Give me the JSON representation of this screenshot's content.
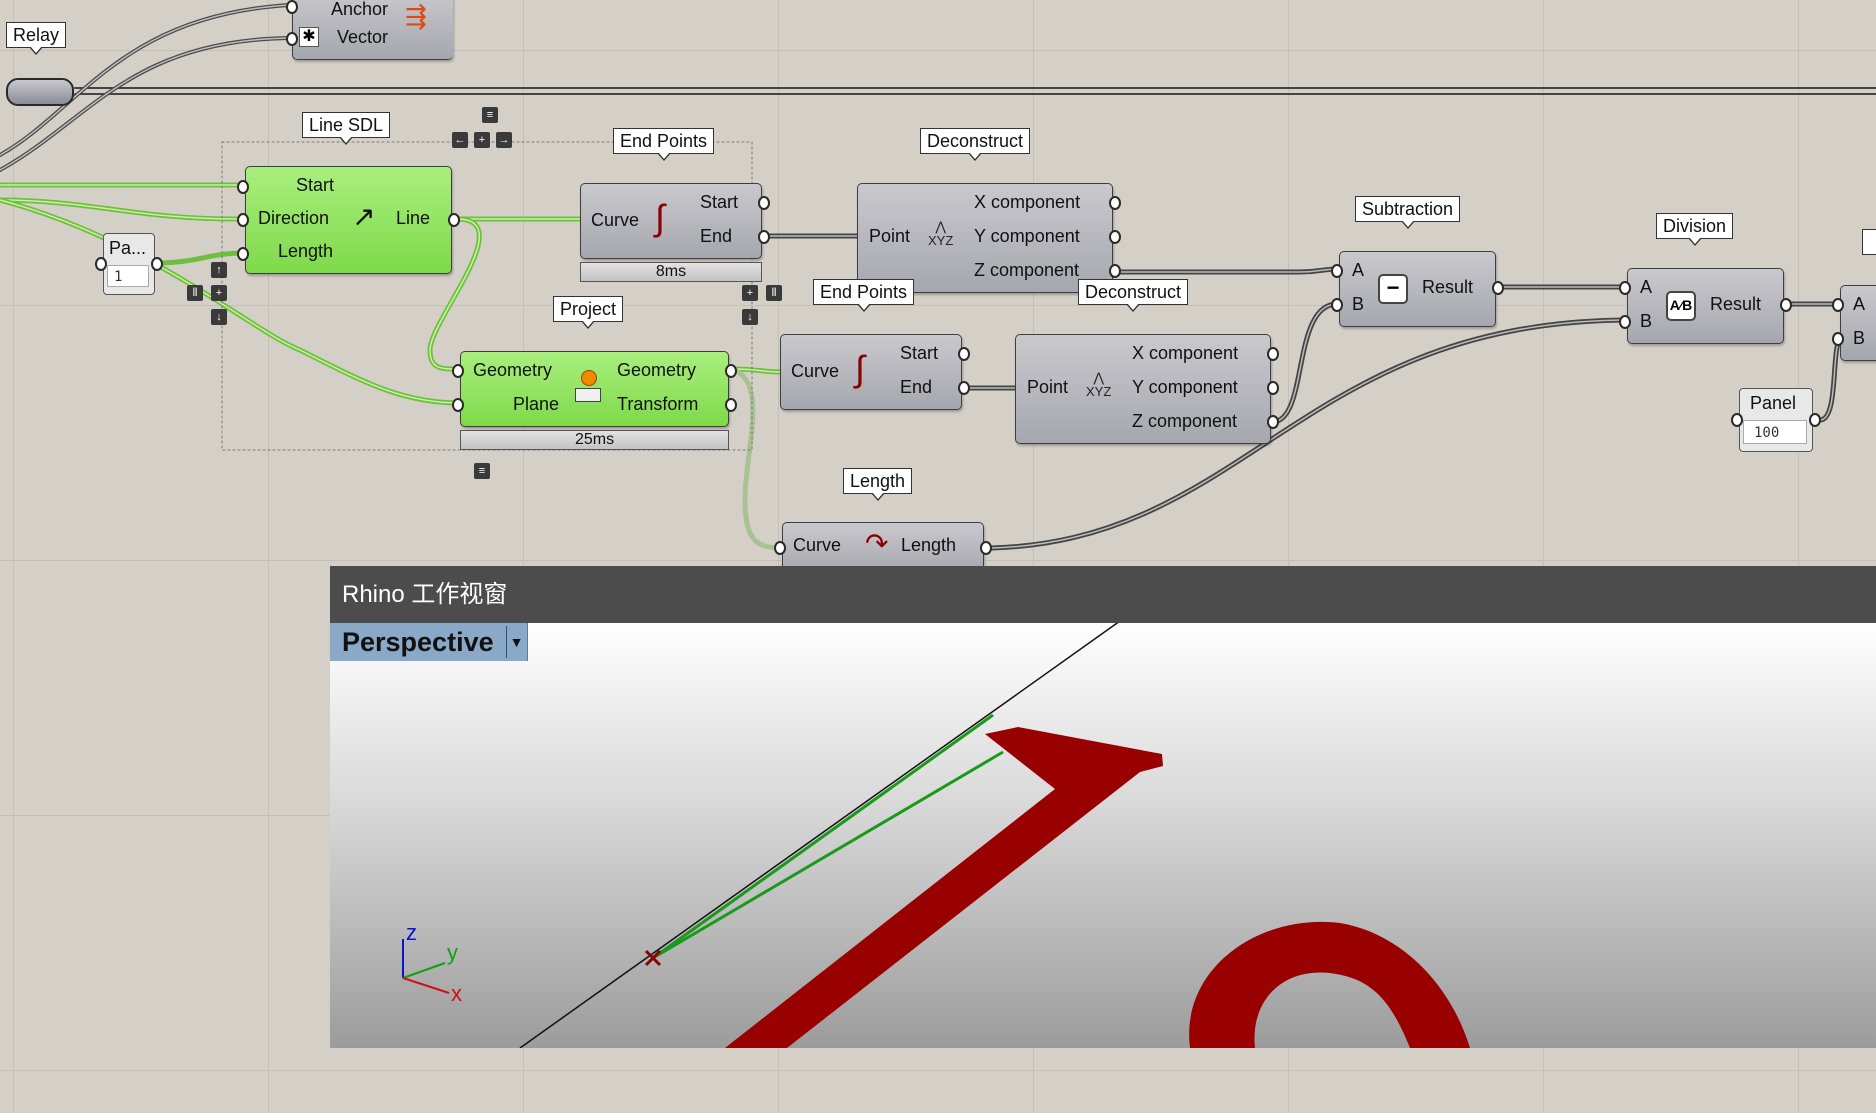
{
  "colors": {
    "canvas": "#d4d0c8",
    "component_grey": "#b4b4bb",
    "component_green": "#8fe25a",
    "wire_grey": "#4a4a4a",
    "wire_green": "#7fd94a",
    "rhino_titlebar": "#4c4c4c",
    "viewport_tab": "#8aa8c8",
    "axis_x": "#d11010",
    "axis_y": "#14a014",
    "axis_z": "#1010d0",
    "geometry_red": "#990000",
    "line_green": "#1a9a1a"
  },
  "relay": {
    "tag": "Relay"
  },
  "vector_component": {
    "inputs": [
      "Anchor",
      "Vector"
    ],
    "icon": "vector-display-icon"
  },
  "line_sdl": {
    "tag": "Line SDL",
    "inputs": [
      "Start",
      "Direction",
      "Length"
    ],
    "outputs": [
      "Line"
    ],
    "icon": "line-sdl-icon"
  },
  "param": {
    "name": "Pa...",
    "value": "1"
  },
  "end_points_1": {
    "tag": "End Points",
    "inputs": [
      "Curve"
    ],
    "outputs": [
      "Start",
      "End"
    ],
    "timer": "8ms",
    "icon": "end-points-icon"
  },
  "deconstruct_1": {
    "tag": "Deconstruct",
    "inputs": [
      "Point"
    ],
    "outputs": [
      "X component",
      "Y component",
      "Z component"
    ],
    "icon": "deconstruct-point-icon"
  },
  "subtraction": {
    "tag": "Subtraction",
    "inputs": [
      "A",
      "B"
    ],
    "outputs": [
      "Result"
    ],
    "icon": "minus-icon"
  },
  "division": {
    "tag": "Division",
    "inputs": [
      "A",
      "B"
    ],
    "outputs": [
      "Result"
    ],
    "icon": "divide-icon"
  },
  "next_component": {
    "inputs": [
      "A",
      "B"
    ]
  },
  "project": {
    "tag": "Project",
    "inputs": [
      "Geometry",
      "Plane"
    ],
    "outputs": [
      "Geometry",
      "Transform"
    ],
    "timer": "25ms",
    "icon": "project-icon"
  },
  "end_points_2": {
    "tag": "End Points",
    "inputs": [
      "Curve"
    ],
    "outputs": [
      "Start",
      "End"
    ],
    "icon": "end-points-icon"
  },
  "deconstruct_2": {
    "tag": "Deconstruct",
    "inputs": [
      "Point"
    ],
    "outputs": [
      "X component",
      "Y component",
      "Z component"
    ],
    "icon": "deconstruct-point-icon"
  },
  "panel": {
    "name": "Panel",
    "value": "100"
  },
  "length": {
    "tag": "Length",
    "inputs": [
      "Curve"
    ],
    "outputs": [
      "Length"
    ],
    "icon": "length-icon"
  },
  "rhino": {
    "title": "Rhino 工作视窗",
    "view_name": "Perspective",
    "axes": {
      "x": "x",
      "y": "y",
      "z": "z"
    }
  }
}
